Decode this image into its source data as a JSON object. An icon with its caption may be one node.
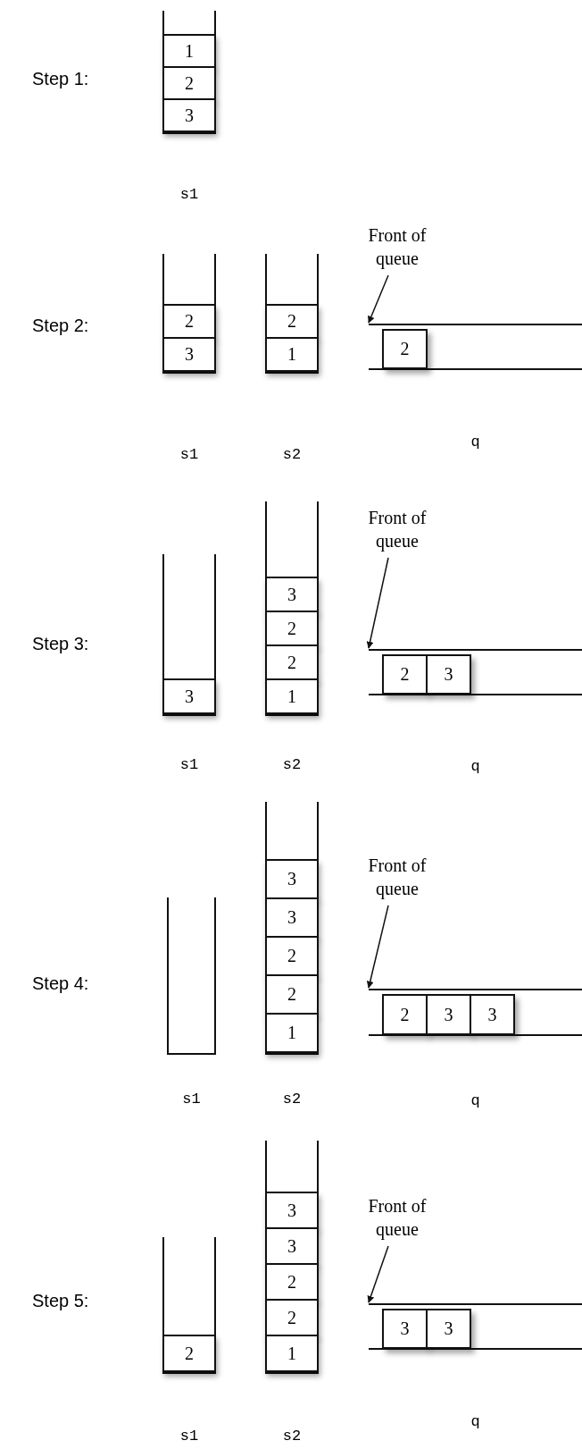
{
  "diagram": {
    "nodes": [
      {
        "text": [
          "s1"
        ]
      },
      {
        "text": [
          "1"
        ],
        "in": 0
      },
      {
        "text": [
          "2"
        ],
        "in": 0
      },
      {
        "text": [
          "3"
        ],
        "in": 0
      },
      {
        "text": [
          "s1"
        ]
      },
      {
        "text": [
          "2"
        ],
        "in": 4
      },
      {
        "text": [
          "3"
        ],
        "in": 4
      },
      {
        "text": [
          "s2"
        ]
      },
      {
        "text": [
          "2"
        ],
        "in": 7
      },
      {
        "text": [
          "1"
        ],
        "in": 7
      },
      {
        "text": [
          "Front of queue"
        ]
      },
      {
        "text": [
          "q"
        ]
      },
      {
        "text": [
          "2"
        ],
        "in": 11
      },
      {
        "text": [
          "s1"
        ]
      },
      {
        "text": [
          "3"
        ],
        "in": 13
      },
      {
        "text": [
          "s2"
        ]
      },
      {
        "text": [
          "3"
        ],
        "in": 15
      },
      {
        "text": [
          "2"
        ],
        "in": 15
      },
      {
        "text": [
          "2"
        ],
        "in": 15
      },
      {
        "text": [
          "1"
        ],
        "in": 15
      },
      {
        "text": [
          "Front of queue"
        ]
      },
      {
        "text": [
          "q"
        ]
      },
      {
        "text": [
          "2"
        ],
        "in": 21
      },
      {
        "text": [
          "3"
        ],
        "in": 21
      },
      {
        "text": [
          "s1"
        ]
      },
      {
        "text": [
          "s2"
        ]
      },
      {
        "text": [
          "3"
        ],
        "in": 25
      },
      {
        "text": [
          "3"
        ],
        "in": 25
      },
      {
        "text": [
          "2"
        ],
        "in": 25
      },
      {
        "text": [
          "2"
        ],
        "in": 25
      },
      {
        "text": [
          "1"
        ],
        "in": 25
      },
      {
        "text": [
          "Front of queue"
        ]
      },
      {
        "text": [
          "q"
        ]
      },
      {
        "text": [
          "2"
        ],
        "in": 32
      },
      {
        "text": [
          "3"
        ],
        "in": 32
      },
      {
        "text": [
          "3"
        ],
        "in": 32
      },
      {
        "text": [
          "s1"
        ]
      },
      {
        "text": [
          "2"
        ],
        "in": 36
      },
      {
        "text": [
          "s2"
        ]
      },
      {
        "text": [
          "3"
        ],
        "in": 38
      },
      {
        "text": [
          "3"
        ],
        "in": 38
      },
      {
        "text": [
          "2"
        ],
        "in": 38
      },
      {
        "text": [
          "2"
        ],
        "in": 38
      },
      {
        "text": [
          "1"
        ],
        "in": 38
      },
      {
        "text": [
          "Front of queue"
        ]
      },
      {
        "text": [
          "q"
        ]
      },
      {
        "text": [
          "3"
        ],
        "in": 45
      },
      {
        "text": [
          "3"
        ],
        "in": 45
      }
    ],
    "edges": [
      {
        "from": 10,
        "to": 11,
        "arrow": "to"
      },
      {
        "from": 20,
        "to": 21,
        "arrow": "to"
      },
      {
        "from": 31,
        "to": 32,
        "arrow": "to"
      },
      {
        "from": 44,
        "to": 45,
        "arrow": "to"
      }
    ],
    "labels": [
      "Step 1:",
      "Step 2:",
      "Step 3:",
      "Step 4:",
      "Step 5:"
    ]
  }
}
